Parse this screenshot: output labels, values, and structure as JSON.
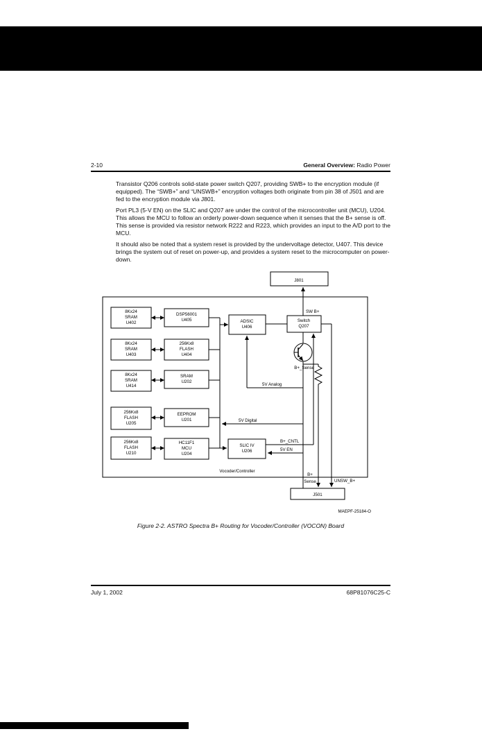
{
  "header": {
    "page_number": "2-10",
    "section_bold": "General Overview:",
    "section_rest": " Radio Power"
  },
  "paragraphs": {
    "p1": "Transistor Q206 controls solid-state power switch Q207, providing SWB+ to the encryption module (if equipped). The “SWB+” and “UNSWB+” encryption voltages both originate from pin 38 of J501 and are fed to the encryption module via J801.",
    "p2": "Port PL3 (5-V EN) on the SLIC and Q207 are under the control of the microcontroller unit (MCU), U204. This allows the MCU to follow an orderly power-down sequence when it senses that the B+ sense is off. This sense is provided via resistor network R222 and R223, which provides an input to the A/D port to the MCU.",
    "p3": "It should also be noted that a system reset is provided by the undervoltage detector, U407. This device brings the system out of reset on power-up, and provides a system reset to the microcomputer on power-down."
  },
  "figure": {
    "caption": "Figure 2-2.  ASTRO Spectra B+ Routing for Vocoder/Controller (VOCON) Board",
    "drawing_number": "MAEPF-25184-O"
  },
  "footer": {
    "date": "July 1, 2002",
    "doc_number": "68P81076C25-C"
  },
  "diagram": {
    "j801": "J801",
    "j501": "J501",
    "board_label": "Vocoder/Controller",
    "left_column": [
      {
        "l1": "8Kx24",
        "l2": "SRAM",
        "l3": "U402"
      },
      {
        "l1": "8Kx24",
        "l2": "SRAM",
        "l3": "U403"
      },
      {
        "l1": "8Kx24",
        "l2": "SRAM",
        "l3": "U414"
      },
      {
        "l1": "256Kx8",
        "l2": "FLASH",
        "l3": "U205"
      },
      {
        "l1": "256Kx8",
        "l2": "FLASH",
        "l3": "U210"
      }
    ],
    "mid_column": [
      {
        "l1": "DSP56001",
        "l2": "U405"
      },
      {
        "l1": "256Kx8",
        "l2": "FLASH",
        "l3": "U404"
      },
      {
        "l1": "SRAM",
        "l2": "U202"
      },
      {
        "l1": "EEPROM",
        "l2": "U201"
      },
      {
        "l1": "HC11F1",
        "l2": "MCU",
        "l3": "U204"
      }
    ],
    "adsic": {
      "l1": "ADSIC",
      "l2": "U406"
    },
    "switch": {
      "l1": "Switch",
      "l2": "Q207"
    },
    "slic": {
      "l1": "SLIC IV",
      "l2": "U206"
    },
    "signals": {
      "sw_b": "SW B+",
      "b_sense": "B+_Sense",
      "v5_analog": "5V Analog",
      "v5_digital": "5V Digital",
      "b_cntl": "B+_CNTL",
      "v5_en": "5V EN",
      "b_sense_line1": "B+",
      "b_sense_line2": "Sense",
      "unsw_b": "UNSW_B+"
    }
  }
}
